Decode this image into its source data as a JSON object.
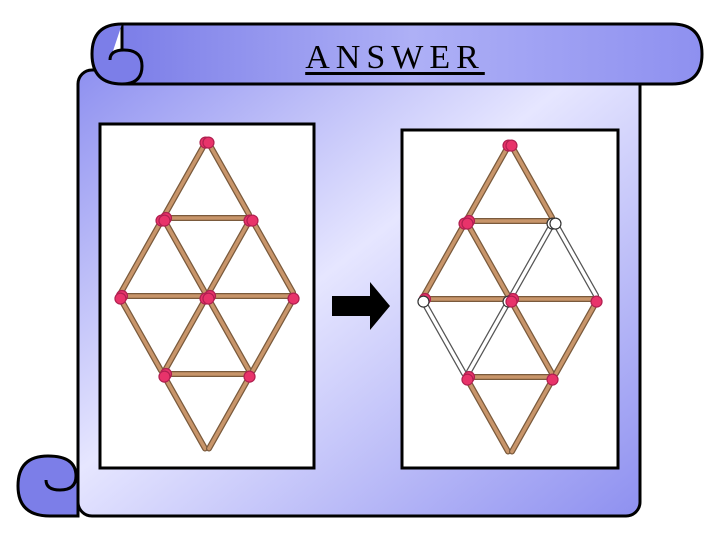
{
  "title": "ANSWER",
  "colors": {
    "scroll_fill": "#8e90f0",
    "scroll_light": "#e6e6ff",
    "scroll_outline": "#000000",
    "panel_bg": "#ffffff",
    "match_stick": "#c8956a",
    "match_head": "#e8336a",
    "moved_stick": "#ffffff",
    "arrow": "#000000"
  },
  "panels": [
    {
      "name": "before",
      "matches": [
        {
          "from": "a",
          "to": "b",
          "moved": false
        },
        {
          "from": "a",
          "to": "c",
          "moved": false
        },
        {
          "from": "b",
          "to": "c",
          "moved": false
        },
        {
          "from": "b",
          "to": "d",
          "moved": false
        },
        {
          "from": "b",
          "to": "e",
          "moved": false
        },
        {
          "from": "c",
          "to": "e",
          "moved": false
        },
        {
          "from": "c",
          "to": "f",
          "moved": false
        },
        {
          "from": "d",
          "to": "e",
          "moved": false
        },
        {
          "from": "e",
          "to": "f",
          "moved": false
        },
        {
          "from": "d",
          "to": "g",
          "moved": false
        },
        {
          "from": "e",
          "to": "g",
          "moved": false
        },
        {
          "from": "e",
          "to": "h",
          "moved": false
        },
        {
          "from": "f",
          "to": "h",
          "moved": false
        },
        {
          "from": "g",
          "to": "h",
          "moved": false
        },
        {
          "from": "g",
          "to": "i",
          "moved": false
        },
        {
          "from": "h",
          "to": "i",
          "moved": false
        }
      ]
    },
    {
      "name": "after",
      "matches": [
        {
          "from": "a",
          "to": "b",
          "moved": false
        },
        {
          "from": "a",
          "to": "c",
          "moved": false
        },
        {
          "from": "b",
          "to": "c",
          "moved": false
        },
        {
          "from": "b",
          "to": "d",
          "moved": false
        },
        {
          "from": "b",
          "to": "e",
          "moved": false
        },
        {
          "from": "c",
          "to": "e",
          "moved": true
        },
        {
          "from": "c",
          "to": "f",
          "moved": true
        },
        {
          "from": "d",
          "to": "e",
          "moved": false
        },
        {
          "from": "e",
          "to": "f",
          "moved": false
        },
        {
          "from": "d",
          "to": "g",
          "moved": true
        },
        {
          "from": "e",
          "to": "g",
          "moved": true
        },
        {
          "from": "e",
          "to": "h",
          "moved": false
        },
        {
          "from": "f",
          "to": "h",
          "moved": false
        },
        {
          "from": "g",
          "to": "h",
          "moved": false
        },
        {
          "from": "g",
          "to": "i",
          "moved": false
        },
        {
          "from": "h",
          "to": "i",
          "moved": false
        }
      ]
    }
  ]
}
